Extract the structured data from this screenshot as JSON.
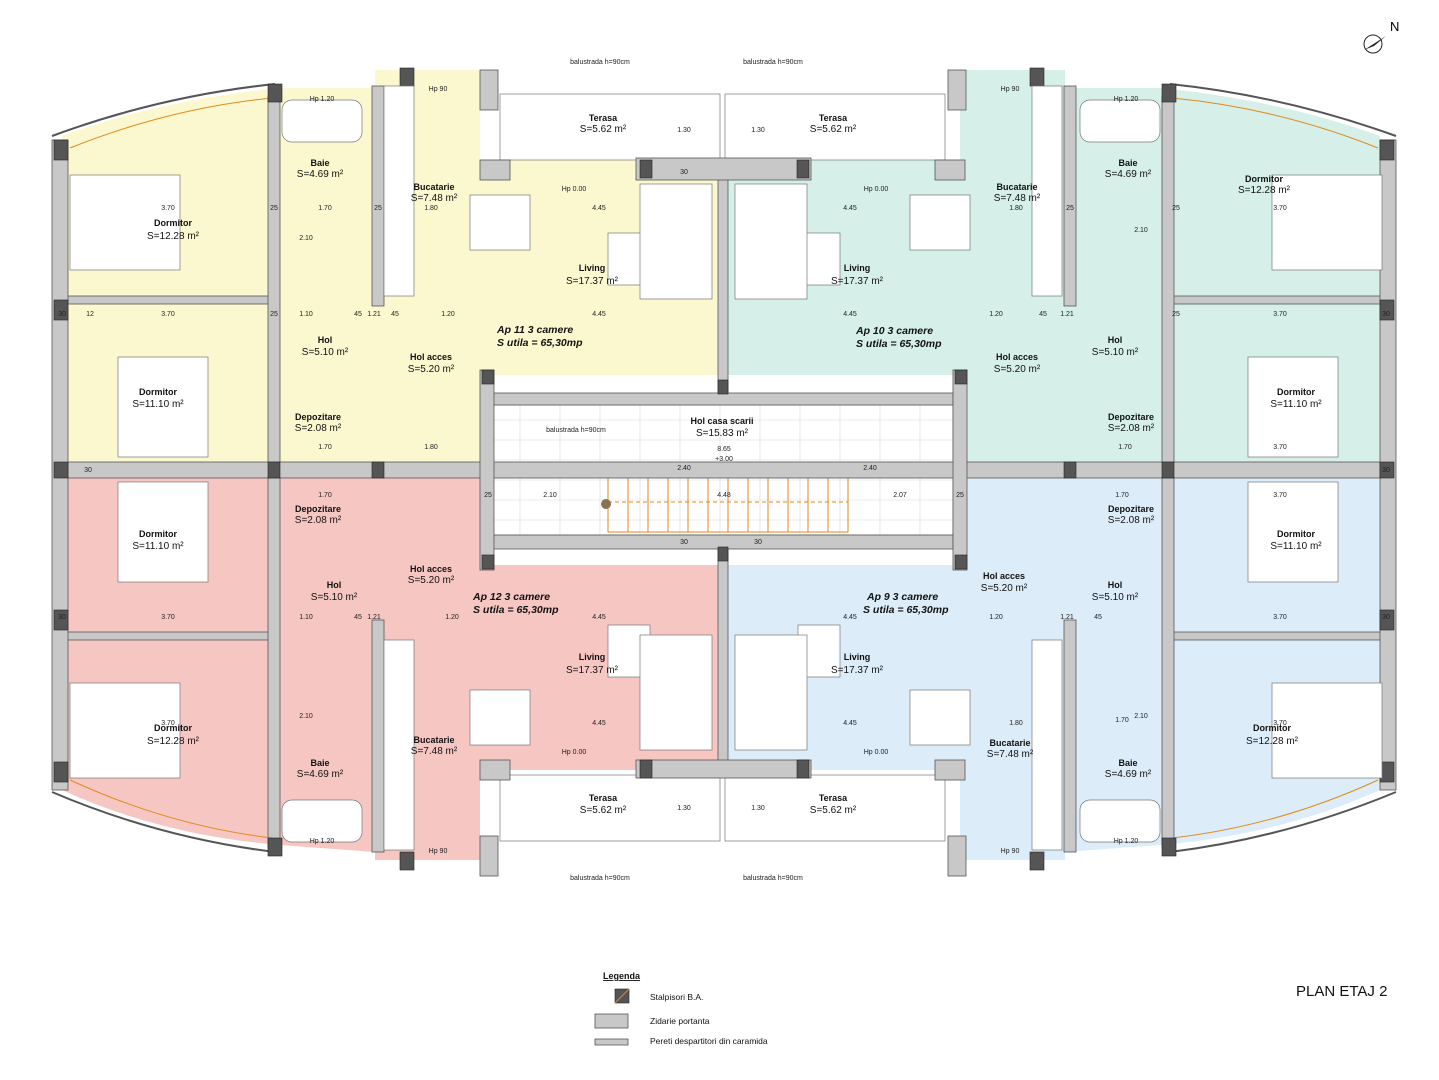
{
  "title": "PLAN ETAJ 2",
  "north_label": "N",
  "colors": {
    "apt11": "#fbf8cf",
    "apt10": "#d6efe8",
    "apt12": "#f6c6c3",
    "apt9": "#dcecf8",
    "wall": "#c8c8c8",
    "column": "#555555",
    "door": "#e08a1e"
  },
  "apartments": [
    {
      "id": "apt11",
      "title": "Ap 11  3 camere",
      "area": "S utila = 65,30mp"
    },
    {
      "id": "apt10",
      "title": "Ap 10  3 camere",
      "area": "S utila = 65,30mp"
    },
    {
      "id": "apt12",
      "title": "Ap 12  3 camere",
      "area": "S utila = 65,30mp"
    },
    {
      "id": "apt9",
      "title": "Ap 9  3 camere",
      "area": "S utila = 65,30mp"
    }
  ],
  "rooms": {
    "dormitor_l": {
      "name": "Dormitor",
      "area": "S=12.28 m²"
    },
    "baie": {
      "name": "Baie",
      "area": "S=4.69 m²"
    },
    "bucatarie": {
      "name": "Bucatarie",
      "area": "S=7.48 m²"
    },
    "living": {
      "name": "Living",
      "area": "S=17.37 m²"
    },
    "dormitor_s": {
      "name": "Dormitor",
      "area": "S=11.10 m²"
    },
    "hol": {
      "name": "Hol",
      "area": "S=5.10 m²"
    },
    "hol_acces": {
      "name": "Hol acces",
      "area": "S=5.20 m²"
    },
    "depozitare": {
      "name": "Depozitare",
      "area": "S=2.08 m²"
    },
    "terasa": {
      "name": "Terasa",
      "area": "S=5.62 m²"
    },
    "hol_scara": {
      "name": "Hol casa scarii",
      "area": "S=15.83 m²"
    }
  },
  "annotations": {
    "balustrada": "balustrada h=90cm",
    "level": "+3.00",
    "hp_terrace": "Hp 0.00",
    "hp_window": "Hp 90",
    "hp_bath": "Hp 1.20"
  },
  "dimensions": {
    "d445": "4.45",
    "d370": "3.70",
    "d180": "1.80",
    "d170": "1.70",
    "d120": "1.20",
    "d110": "1.10",
    "d121": "1.21",
    "d210": "2.10",
    "d207": "2.07",
    "d448": "4.48",
    "d865": "8.65",
    "d240": "2.40",
    "d130": "1.30",
    "d30": "30",
    "d25": "25",
    "d12": "12",
    "d45": "45"
  },
  "legend": {
    "title": "Legenda",
    "items": [
      {
        "label": "Stalpisori B.A."
      },
      {
        "label": "Zidarie portanta"
      },
      {
        "label": "Pereti despartitori  din caramida"
      }
    ]
  }
}
